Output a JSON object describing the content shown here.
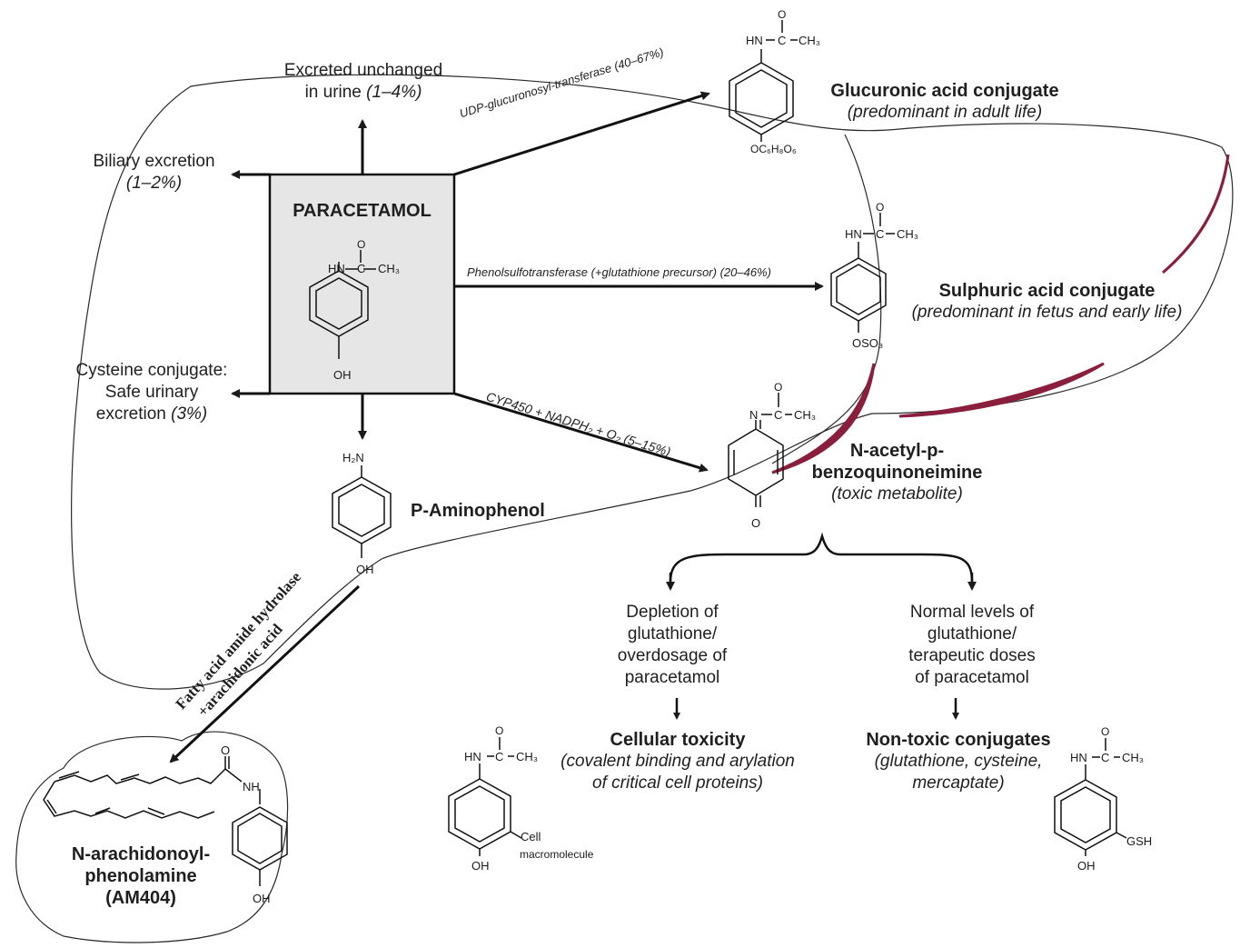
{
  "central": {
    "title": "PARACETAMOL"
  },
  "pathways": {
    "excreted": {
      "line1": "Excreted unchanged",
      "line2_prefix": "in urine ",
      "line2_pct": "(1–4%)"
    },
    "biliary": {
      "line1": "Biliary excretion",
      "line2": "(1–2%)"
    },
    "cysteine": {
      "line1": "Cysteine conjugate:",
      "line2": "Safe urinary",
      "line3_prefix": "excretion ",
      "line3_pct": "(3%)"
    }
  },
  "enzymes": {
    "udp": "UDP-glucuronosyl-transferase (40–67%)",
    "phenol": "Phenolsulfotransferase (+glutathione precursor) (20–46%)",
    "cyp": "CYP450 + NADPH₂ + O₂ (5–15%)",
    "faah": "Fatty acid amide hydrolase",
    "arach": "+arachidonic acid"
  },
  "metabolites": {
    "glucuronic": {
      "name": "Glucuronic acid conjugate",
      "note": "(predominant in adult life)"
    },
    "sulphuric": {
      "name": "Sulphuric acid conjugate",
      "note": "(predominant in fetus and early life)"
    },
    "napqi": {
      "line1": "N-acetyl-p-",
      "line2": "benzoquinoneimine",
      "note": "(toxic metabolite)"
    },
    "aminophenol": {
      "name": "P-Aminophenol"
    },
    "am404": {
      "line1": "N-arachidonoyl-",
      "line2": "phenolamine",
      "line3": "(AM404)"
    }
  },
  "outcomes": {
    "depletion": {
      "lines": [
        "Depletion of",
        "glutathione/",
        "overdosage of",
        "paracetamol"
      ]
    },
    "normal": {
      "lines": [
        "Normal levels of",
        "glutathione/",
        "terapeutic doses",
        "of paracetamol"
      ]
    },
    "toxicity": {
      "title": "Cellular toxicity",
      "note1": "(covalent binding and arylation",
      "note2": "of critical cell proteins)"
    },
    "nontoxic": {
      "title": "Non-toxic conjugates",
      "note1": "(glutathione, cysteine,",
      "note2": "mercaptate)"
    }
  },
  "chem": {
    "hn": "HN",
    "n": "N",
    "c": "C",
    "o": "O",
    "ch3": "CH₃",
    "oh": "OH",
    "h2n": "H₂N",
    "nh": "NH",
    "glucuronide": "OC₆H₈O₆",
    "oso3": "OSO₃",
    "gsh": "GSH",
    "cell1": "Cell",
    "cell2": "macromolecule"
  },
  "colors": {
    "box_fill": "#e6e6e6",
    "liver_accent": "#8a1f3d",
    "line": "#1a1a1a"
  }
}
